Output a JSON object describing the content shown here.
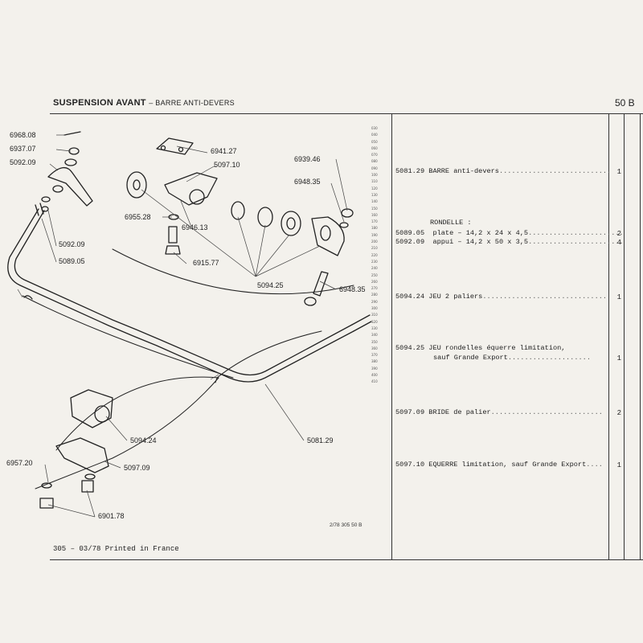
{
  "header": {
    "title": "SUSPENSION AVANT",
    "subtitle": "– BARRE ANTI-DEVERS",
    "page_code": "50 B"
  },
  "scale_marks": [
    "030",
    "040",
    "050",
    "060",
    "070",
    "080",
    "090",
    "100",
    "110",
    "120",
    "130",
    "140",
    "150",
    "160",
    "170",
    "180",
    "190",
    "200",
    "210",
    "220",
    "230",
    "240",
    "250",
    "260",
    "270",
    "280",
    "290",
    "300",
    "310",
    "320",
    "330",
    "340",
    "350",
    "360",
    "370",
    "380",
    "390",
    "400",
    "410"
  ],
  "parts": [
    {
      "ref": "5081.29",
      "text": "BARRE anti-devers",
      "dots": "...........................",
      "qty": "1"
    },
    {
      "group": "RONDELLE :"
    },
    {
      "ref": "5089.05",
      "text": "plate – 14,2 x 24 x 4,5",
      "dots": ".......................",
      "qty": "2"
    },
    {
      "ref": "5092.09",
      "text": "appui – 14,2 x 50 x 3,5",
      "dots": ".......................",
      "qty": "4"
    },
    {
      "ref": "5094.24",
      "text": "JEU 2 paliers",
      "dots": "..............................",
      "qty": "1"
    },
    {
      "ref": "5094.25",
      "text": "JEU rondelles équerre limitation,",
      "line2": "sauf Grande Export",
      "dots": "....................",
      "qty": "1"
    },
    {
      "ref": "5097.09",
      "text": "BRIDE de palier",
      "dots": "...........................",
      "qty": "2"
    },
    {
      "ref": "5097.10",
      "text": "EQUERRE limitation, sauf Grande Export",
      "dots": "....",
      "qty": "1"
    }
  ],
  "callouts": {
    "c6968_08": "6968.08",
    "c6937_07": "6937.07",
    "c5092_09a": "5092.09",
    "c5092_09b": "5092.09",
    "c5089_05": "5089.05",
    "c6941_27": "6941.27",
    "c5097_10": "5097.10",
    "c6939_46": "6939.46",
    "c6948_35a": "6948.35",
    "c6955_28": "6955.28",
    "c6946_13": "6946.13",
    "c6915_77": "6915.77",
    "c5094_25": "5094.25",
    "c6948_35b": "6948.35",
    "c5094_24": "5094.24",
    "c5081_29": "5081.29",
    "c6957_20": "6957.20",
    "c5097_09": "5097.09",
    "c6901_78": "6901.78"
  },
  "ref_code": "2/78 305 50 B",
  "footer": "305 – 03/78 Printed in France"
}
